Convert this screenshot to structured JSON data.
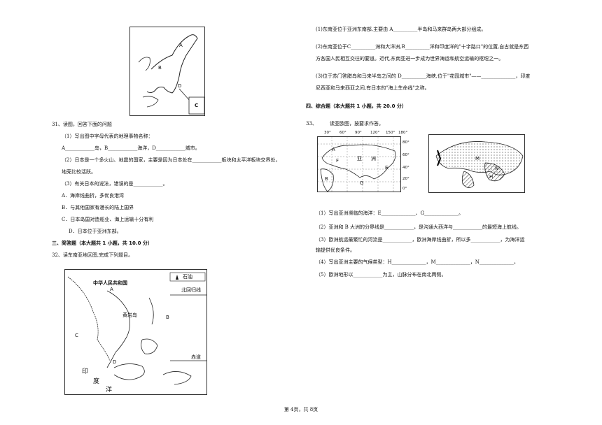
{
  "left_column": {
    "japan_map": {
      "labels": {
        "A": "A",
        "B": "B",
        "C": "C",
        "D": "D"
      }
    },
    "q31": {
      "stem": "31、读图，回答下面的问题",
      "p1": "（1）写出图中字母代表的地理事物名称：",
      "p1_blanks": "A____________岛，B____________海洋，D____________城市。",
      "p2a": "（2）日本是一个多火山、地震的国家，主要是因为日本处在____________板块和太平洋板块交界处，",
      "p2b": "地壳比较活跃。",
      "p3": "（3）有关日本的说法，错误的是____________。",
      "optA": "A．海岸线曲折，多优良港湾",
      "optB": "B．与其他国家有漫长的陆上国界",
      "optC": "C．日本岛国对造船业、海上运输十分有利",
      "optD": "D．日本位于亚洲东部。"
    },
    "section3": "三、简答题（本大题共 1 小题，共 10.0 分）",
    "q32_stem": "32、读东南亚地区图,完成下列题目。",
    "sea_map": {
      "title": "中华人民共和国",
      "legend_text": "石油",
      "tropic": "北回归线",
      "equator": "赤道",
      "island": "黄岩岛",
      "A": "A",
      "B": "B",
      "C": "C",
      "D": "D",
      "ocean_chars": [
        "印",
        "度",
        "洋"
      ]
    }
  },
  "right_column": {
    "q32_1": "(1)东南亚位于亚洲东南部,主要由 A__________半岛和马来群岛两大部分组成。",
    "q32_2a": "(2)东南亚位于C__________洲和大洋洲,B__________洋和印度洋的\"十字路口\"的位置,自古就是东西",
    "q32_2b": "方各国人民相互交往的要道。近代,东南亚进一步成为世界海运和航空运输的枢纽之一。",
    "q32_3a": "(3)位于苏门答腊岛和马来半岛之间的 D__________海峡,位于\"花园城市\"——______________，印度",
    "q32_3b": "尼西亚和马来西亚之间,有日本的\"海上生命线\"之称。",
    "section4": "四、综合题（本大题共 1 小题，共 20.0 分）",
    "q33_num": "33、",
    "q33_stem": "读亚欧图，按要求作答。",
    "grid_map": {
      "top_ticks": [
        "30°",
        "60°",
        "90°",
        "120°",
        "150°",
        "180°"
      ],
      "right_ticks": [
        "80°",
        "60°",
        "40°",
        "20°",
        "0°"
      ],
      "labels": {
        "asia1": "亚",
        "asia2": "洲",
        "E": "E",
        "F": "F",
        "G": "G",
        "A": "A",
        "B": "B"
      }
    },
    "climate_map": {
      "labels": {
        "M": "M",
        "N": "N",
        "H": "H"
      }
    },
    "q33_1": "（1）写出亚洲濒临的海洋：E______________、G______________。",
    "q33_2": "（2）亚洲和 B 大洲的分界线是____________，是沟通大西洋与____________的最短海上航线。",
    "q33_3a": "（3）欧洲航运最繁忙的河流是____________，欧洲海岸线曲折，所以多____________，为海洋运",
    "q33_3b": "输提供优良条件。",
    "q33_4": "（4）写出亚洲主要的气候类型：H______________，M______________，N______________，",
    "q33_5": "（5）欧洲地形以____________为主，山脉分布在南北两侧。"
  },
  "footer": "第 4页，共 8页"
}
